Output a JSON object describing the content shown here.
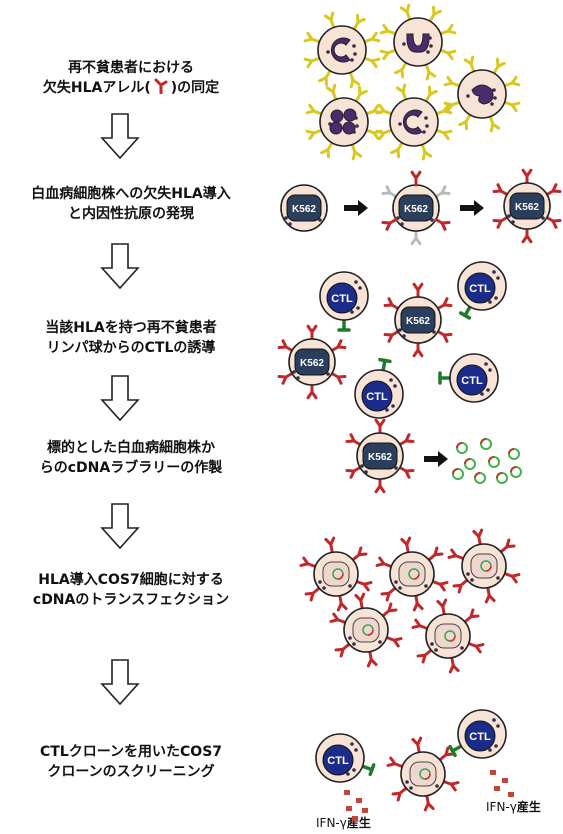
{
  "steps": [
    {
      "line1": "再不貧患者における",
      "line2a": "欠失HLAアレル(",
      "line2b": ")の同定"
    },
    {
      "line1": "白血病細胞株への欠失HLA導入",
      "line2": "と内因性抗原の発現"
    },
    {
      "line1": "当該HLAを持つ再不貧患者",
      "line2": "リンパ球からのCTLの誘導"
    },
    {
      "line1": "標的とした白血病細胞株か",
      "line2": "らのcDNAラブラリーの作製"
    },
    {
      "line1": "HLA導入COS7細胞に対する",
      "line2": "cDNAのトランスフェクション"
    },
    {
      "line1": "CTLクローンを用いたCOS7",
      "line2": "クローンのスクリーニング"
    }
  ],
  "cell_labels": {
    "k562": "K562",
    "ctl": "CTL"
  },
  "footnotes": [
    {
      "prefix": "IFN-γ",
      "suffix": "産生"
    },
    {
      "prefix": "IFN-γ",
      "suffix": "産生"
    }
  ],
  "colors": {
    "cell_fill": "#f8e4d6",
    "cell_stroke": "#222222",
    "granulocyte_nucleus": "#4b2a6e",
    "hla_yellow": "#d9c822",
    "hla_red": "#c0282a",
    "tcr_green": "#1f7a2c",
    "k562_nucleus": "#2b3f5c",
    "ctl_nucleus": "#1b2c8a",
    "ifn_dots": "#c0453a"
  },
  "icons": [
    "down-arrow-icon",
    "right-arrow-icon",
    "hla-receptor-icon"
  ]
}
